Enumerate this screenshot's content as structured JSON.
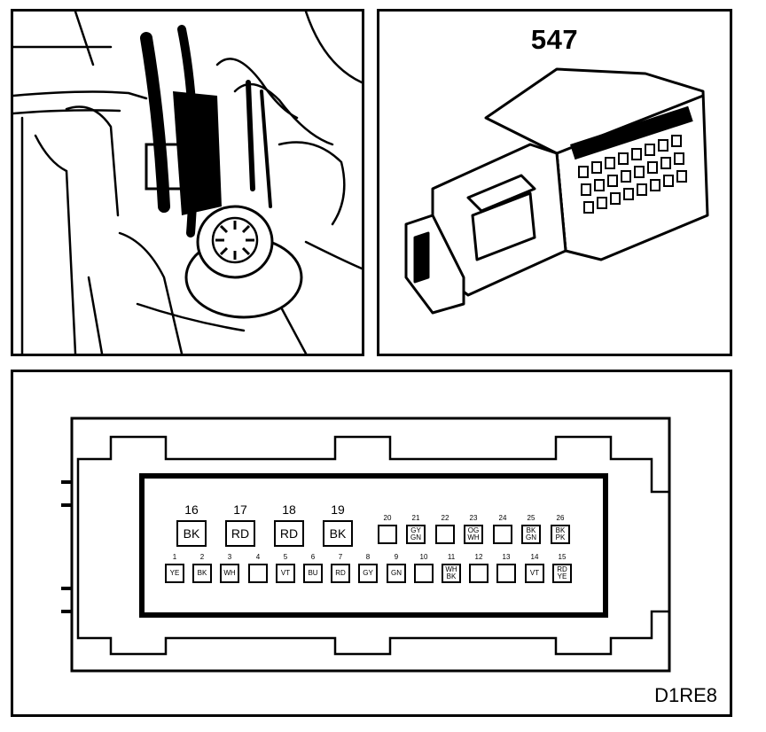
{
  "connector": {
    "part_number": "547"
  },
  "figure_code": "D1RE8",
  "pins": {
    "large": [
      {
        "num": "16",
        "color": "BK"
      },
      {
        "num": "17",
        "color": "RD"
      },
      {
        "num": "18",
        "color": "RD"
      },
      {
        "num": "19",
        "color": "BK"
      }
    ],
    "upper": [
      {
        "num": "20",
        "color": ""
      },
      {
        "num": "21",
        "color": "GY GN"
      },
      {
        "num": "22",
        "color": ""
      },
      {
        "num": "23",
        "color": "OG WH"
      },
      {
        "num": "24",
        "color": ""
      },
      {
        "num": "25",
        "color": "BK GN"
      },
      {
        "num": "26",
        "color": "BK PK"
      }
    ],
    "lower": [
      {
        "num": "1",
        "color": "YE"
      },
      {
        "num": "2",
        "color": "BK"
      },
      {
        "num": "3",
        "color": "WH"
      },
      {
        "num": "4",
        "color": ""
      },
      {
        "num": "5",
        "color": "VT"
      },
      {
        "num": "6",
        "color": "BU"
      },
      {
        "num": "7",
        "color": "RD"
      },
      {
        "num": "8",
        "color": "GY"
      },
      {
        "num": "9",
        "color": "GN"
      },
      {
        "num": "10",
        "color": ""
      },
      {
        "num": "11",
        "color": "WH BK"
      },
      {
        "num": "12",
        "color": ""
      },
      {
        "num": "13",
        "color": ""
      },
      {
        "num": "14",
        "color": "VT"
      },
      {
        "num": "15",
        "color": "RD YE"
      }
    ]
  }
}
